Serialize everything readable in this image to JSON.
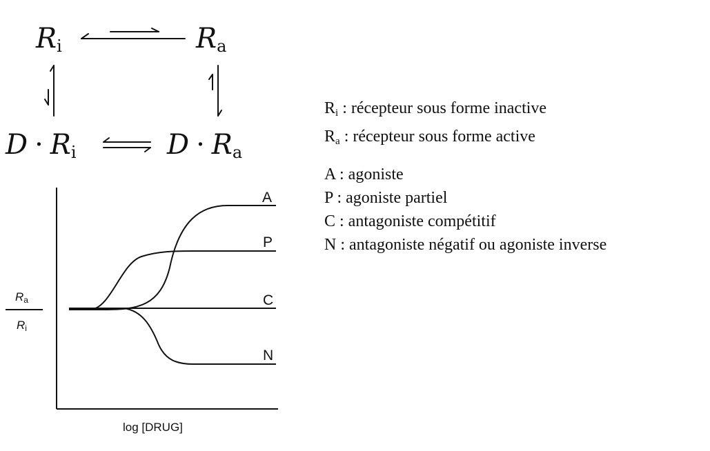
{
  "scheme": {
    "r_symbol": "R",
    "inactive_sub": "i",
    "active_sub": "a",
    "d_symbol": "D",
    "dot": "·"
  },
  "legend": {
    "ri_symbol": "R",
    "ri_sub": "i",
    "ri_text": " : récepteur sous forme inactive",
    "ra_symbol": "R",
    "ra_sub": "a",
    "ra_text": " : récepteur sous forme active",
    "items": [
      "A : agoniste",
      "P : agoniste partiel",
      "C : antagoniste compétitif",
      "N : antagoniste négatif ou agoniste inverse"
    ]
  },
  "plot": {
    "xlabel": "log [DRUG]",
    "ylabel_num": "R",
    "ylabel_num_sub": "a",
    "ylabel_den": "R",
    "ylabel_den_sub": "i",
    "curves": [
      {
        "label": "A"
      },
      {
        "label": "P"
      },
      {
        "label": "C"
      },
      {
        "label": "N"
      }
    ]
  }
}
